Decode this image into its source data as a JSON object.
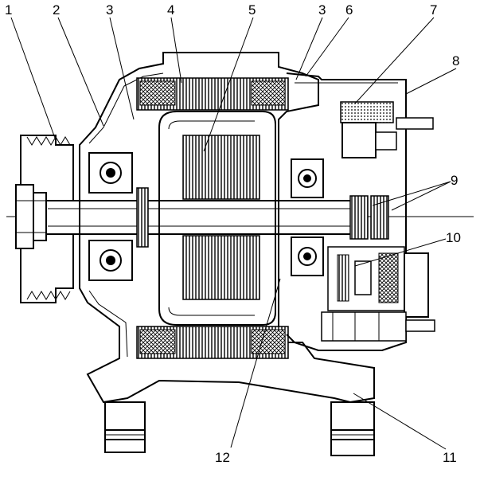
{
  "callouts": {
    "c1": "1",
    "c2": "2",
    "c3a": "3",
    "c4": "4",
    "c5": "5",
    "c3b": "3",
    "c6": "6",
    "c7": "7",
    "c8": "8",
    "c9": "9",
    "c10": "10",
    "c11": "11",
    "c12": "12"
  },
  "colors": {
    "ink": "#000000",
    "paper": "#ffffff"
  }
}
